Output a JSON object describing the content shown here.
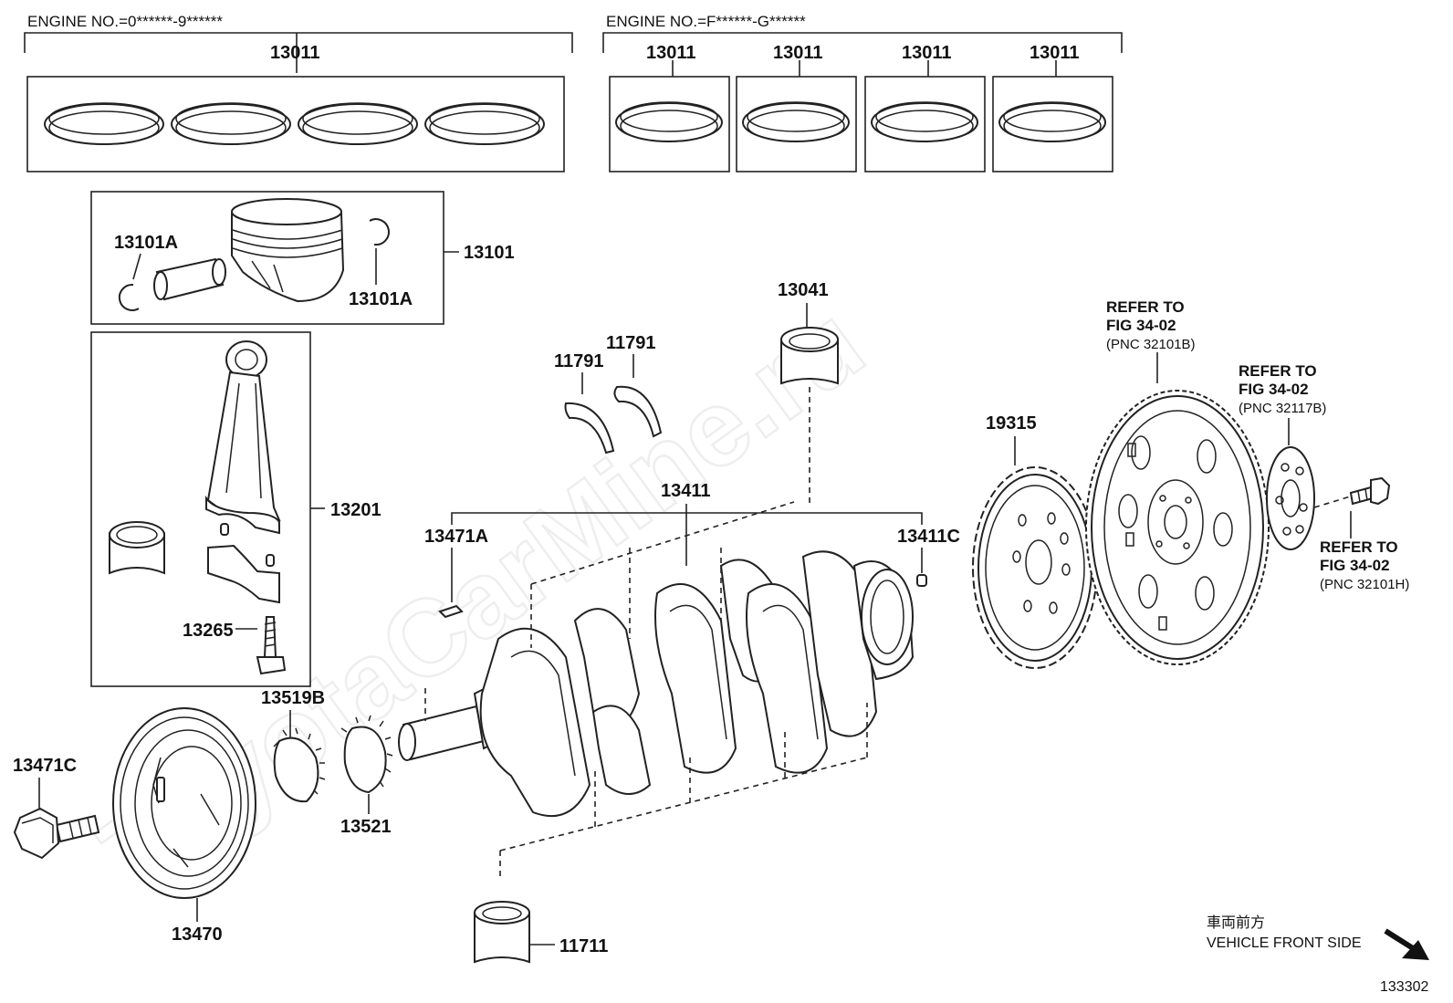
{
  "watermark": "ToyotaCarMine.ru",
  "groups": {
    "left_header": "ENGINE NO.=0******-9******",
    "right_header": "ENGINE NO.=F******-G******"
  },
  "labels": {
    "ring_set_left": "13011",
    "ring_set_r1": "13011",
    "ring_set_r2": "13011",
    "ring_set_r3": "13011",
    "ring_set_r4": "13011",
    "piston_set": "13101",
    "snap_ring_left": "13101A",
    "snap_ring_right": "13101A",
    "conn_rod": "13201",
    "rod_bolt": "13265",
    "crank_bearing": "13041",
    "thrust_washer_1": "11791",
    "thrust_washer_2": "11791",
    "crankshaft": "13411",
    "crank_key": "13471A",
    "crank_pin": "13411C",
    "timing_rotor": "19315",
    "sprocket_key": "13519B",
    "crank_gear": "13521",
    "pulley_bolt": "13471C",
    "pulley": "13470",
    "main_bearing": "11711"
  },
  "references": {
    "flywheel": {
      "line1": "REFER TO",
      "line2": "FIG 34-02",
      "line3": "(PNC 32101B)"
    },
    "spacer": {
      "line1": "REFER TO",
      "line2": "FIG 34-02",
      "line3": "(PNC 32117B)"
    },
    "bolt": {
      "line1": "REFER TO",
      "line2": "FIG 34-02",
      "line3": "(PNC 32101H)"
    }
  },
  "footer": {
    "direction_jp": "車両前方",
    "direction_en": "VEHICLE FRONT SIDE",
    "diagram_id": "133302"
  }
}
